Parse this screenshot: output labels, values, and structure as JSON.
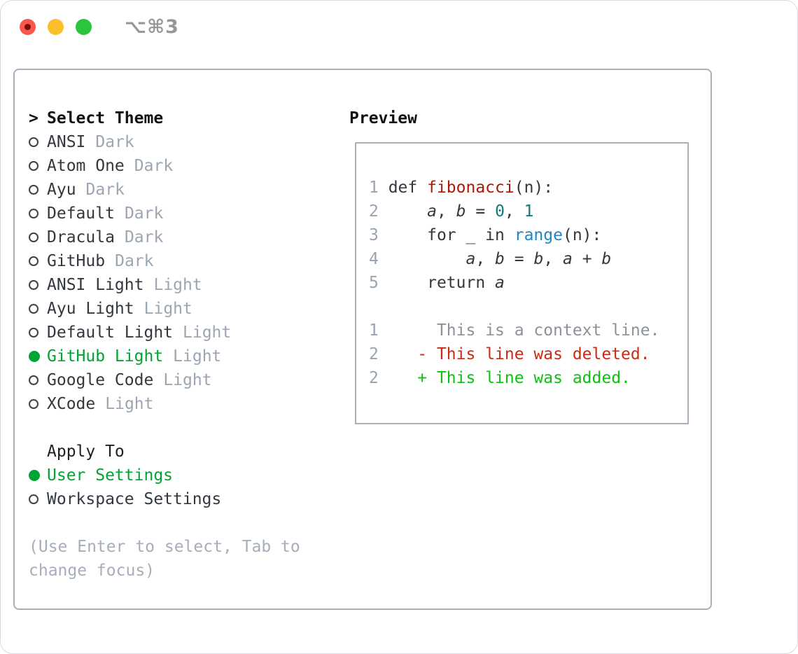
{
  "window": {
    "title": "⌥⌘3",
    "traffic_lights": [
      "close",
      "minimize",
      "zoom"
    ]
  },
  "theme_panel": {
    "header_prefix": ">",
    "header_label": "Select Theme",
    "themes": [
      {
        "name": "ANSI",
        "tag": "Dark",
        "selected": false
      },
      {
        "name": "Atom One",
        "tag": "Dark",
        "selected": false
      },
      {
        "name": "Ayu",
        "tag": "Dark",
        "selected": false
      },
      {
        "name": "Default",
        "tag": "Dark",
        "selected": false
      },
      {
        "name": "Dracula",
        "tag": "Dark",
        "selected": false
      },
      {
        "name": "GitHub",
        "tag": "Dark",
        "selected": false
      },
      {
        "name": "ANSI Light",
        "tag": "Light",
        "selected": false
      },
      {
        "name": "Ayu Light",
        "tag": "Light",
        "selected": false
      },
      {
        "name": "Default Light",
        "tag": "Light",
        "selected": false
      },
      {
        "name": "GitHub Light",
        "tag": "Light",
        "selected": true
      },
      {
        "name": "Google Code",
        "tag": "Light",
        "selected": false
      },
      {
        "name": "XCode",
        "tag": "Light",
        "selected": false
      }
    ],
    "apply_to_label": "Apply To",
    "apply_options": [
      {
        "name": "User Settings",
        "selected": true
      },
      {
        "name": "Workspace Settings",
        "selected": false
      }
    ],
    "hint": "(Use Enter to select, Tab to change focus)"
  },
  "preview": {
    "label": "Preview",
    "code_lines": [
      {
        "num": "1",
        "tokens": [
          [
            "def ",
            "plain"
          ],
          [
            "fibonacci",
            "func"
          ],
          [
            "(n):",
            "plain"
          ]
        ]
      },
      {
        "num": "2",
        "tokens": [
          [
            "    ",
            "plain"
          ],
          [
            "a",
            "var"
          ],
          [
            ", ",
            "plain"
          ],
          [
            "b",
            "var"
          ],
          [
            " = ",
            "plain"
          ],
          [
            "0",
            "num"
          ],
          [
            ", ",
            "plain"
          ],
          [
            "1",
            "num"
          ]
        ]
      },
      {
        "num": "3",
        "tokens": [
          [
            "    for _ in ",
            "plain"
          ],
          [
            "range",
            "builtin"
          ],
          [
            "(n):",
            "plain"
          ]
        ]
      },
      {
        "num": "4",
        "tokens": [
          [
            "        ",
            "plain"
          ],
          [
            "a",
            "var"
          ],
          [
            ", ",
            "plain"
          ],
          [
            "b",
            "var"
          ],
          [
            " = ",
            "plain"
          ],
          [
            "b",
            "var"
          ],
          [
            ", ",
            "plain"
          ],
          [
            "a",
            "var"
          ],
          [
            " + ",
            "plain"
          ],
          [
            "b",
            "var"
          ]
        ]
      },
      {
        "num": "5",
        "tokens": [
          [
            "    return ",
            "plain"
          ],
          [
            "a",
            "var"
          ]
        ]
      }
    ],
    "diff_lines": [
      {
        "num": "1",
        "marker": " ",
        "text": "This is a context line.",
        "kind": "context"
      },
      {
        "num": "2",
        "marker": "-",
        "text": "This line was deleted.",
        "kind": "deleted"
      },
      {
        "num": "2",
        "marker": "+",
        "text": "This line was added.",
        "kind": "added"
      }
    ]
  },
  "colors": {
    "selected_green": "#00a432",
    "diff_added_green": "#0cc10f",
    "diff_deleted_red": "#cd2912",
    "diff_context_gray": "#8d9299",
    "function_red": "#ab1a09",
    "number_teal": "#0e7d7b",
    "builtin_blue": "#1d87c5",
    "panel_border_gray": "#a7b1bc",
    "traffic_red": "#f7574f",
    "traffic_yellow": "#fcbe2d",
    "traffic_green": "#2cc43a"
  }
}
